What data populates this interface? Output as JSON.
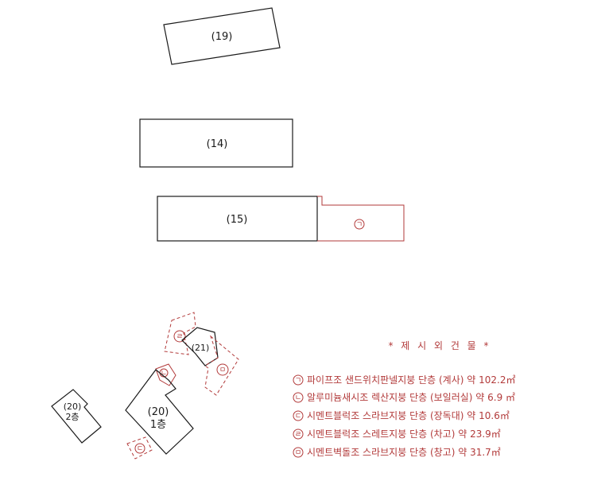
{
  "buildings": {
    "b19": "(19)",
    "b14": "(14)",
    "b15": "(15)",
    "b21": "(21)",
    "b20_2_num": "(20)",
    "b20_2_floor": "2층",
    "b20_1_num": "(20)",
    "b20_1_floor": "1층"
  },
  "markers": {
    "m1": "ㄱ",
    "m2": "ㄴ",
    "m3": "ㄷ",
    "m4": "ㄹ",
    "m5": "ㅁ"
  },
  "legend": {
    "title": "* 제 시 외 건 물 *",
    "items": [
      {
        "symbol": "ㄱ",
        "text": "파이프조 샌드위치판넬지붕 단층 (계사) 약 102.2㎡"
      },
      {
        "symbol": "ㄴ",
        "text": "알루미늄새시조 렉산지붕 단층 (보일러실) 약 6.9 ㎡"
      },
      {
        "symbol": "ㄷ",
        "text": "시멘트블럭조 스라브지붕 단층 (장독대) 약 10.6㎡"
      },
      {
        "symbol": "ㄹ",
        "text": "시멘트블럭조 스레트지붕 단층 (차고) 약 23.9㎡"
      },
      {
        "symbol": "ㅁ",
        "text": "시멘트벽돌조 스라브지붕 단층 (창고) 약 31.7㎡"
      }
    ]
  }
}
